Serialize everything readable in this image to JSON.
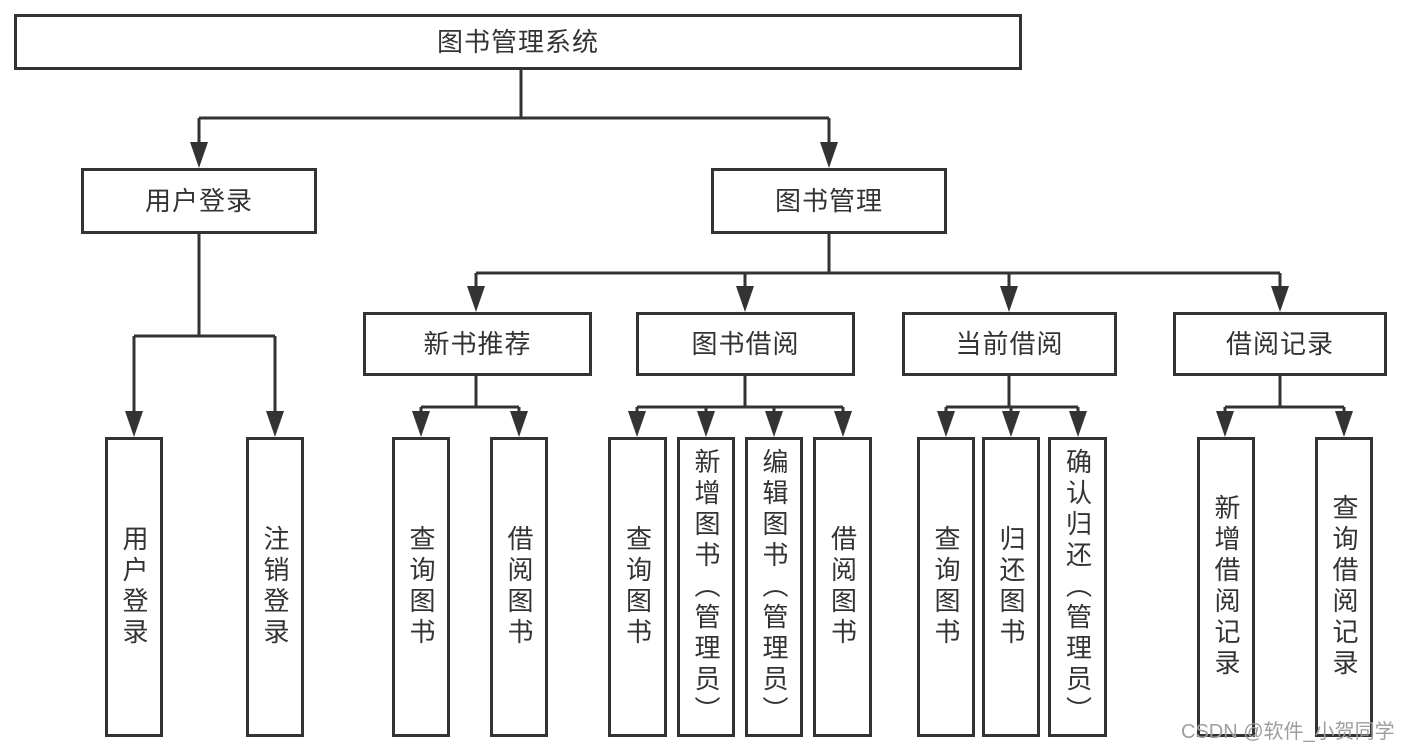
{
  "diagram": {
    "root": {
      "label": "图书管理系统"
    },
    "branches": [
      {
        "label": "用户登录",
        "children": [
          {
            "label": "用户登录"
          },
          {
            "label": "注销登录"
          }
        ]
      },
      {
        "label": "图书管理",
        "children": [
          {
            "label": "新书推荐",
            "children": [
              {
                "label": "查询图书"
              },
              {
                "label": "借阅图书"
              }
            ]
          },
          {
            "label": "图书借阅",
            "children": [
              {
                "label": "查询图书"
              },
              {
                "label": "新增图书（管理员）"
              },
              {
                "label": "编辑图书（管理员）"
              },
              {
                "label": "借阅图书"
              }
            ]
          },
          {
            "label": "当前借阅",
            "children": [
              {
                "label": "查询图书"
              },
              {
                "label": "归还图书"
              },
              {
                "label": "确认归还（管理员）"
              }
            ]
          },
          {
            "label": "借阅记录",
            "children": [
              {
                "label": "新增借阅记录"
              },
              {
                "label": "查询借阅记录"
              }
            ]
          }
        ]
      }
    ]
  },
  "watermark": {
    "text": "CSDN @软件_小贺同学"
  },
  "colors": {
    "line": "#333333",
    "text": "#333333",
    "box_background": "#ffffff",
    "page_background": "#ffffff",
    "watermark": "#9e9e9e"
  }
}
